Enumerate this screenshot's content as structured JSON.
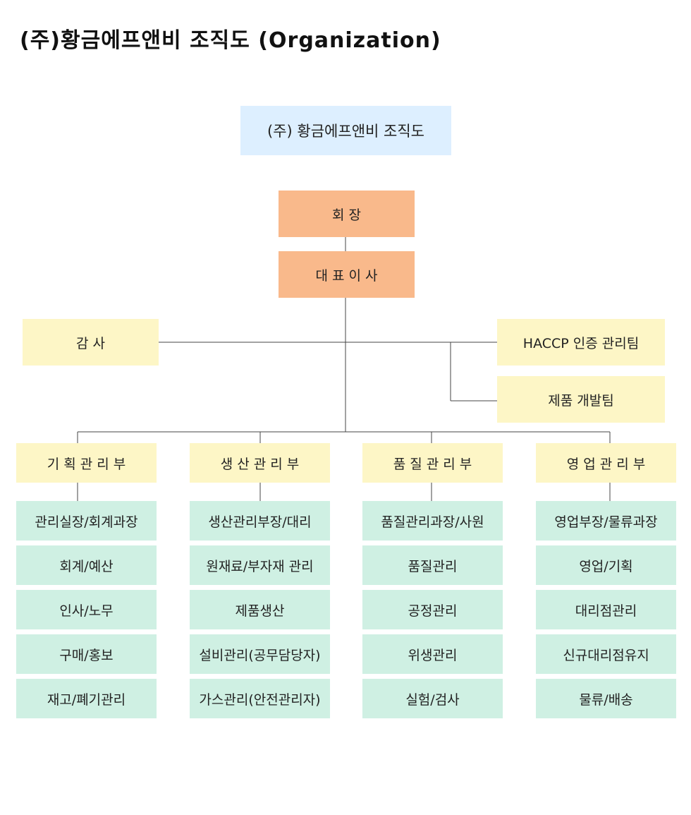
{
  "heading": "(주)황금에프앤비 조직도 (Organization)",
  "chart_title": "(주) 황금에프앤비 조직도",
  "chairman": "회 장",
  "ceo": "대 표 이 사",
  "auditor": "감 사",
  "haccp_team": "HACCP 인증 관리팀",
  "product_dev_team": "제품 개발팀",
  "departments": [
    {
      "name": "기 획 관 리 부",
      "tasks": [
        "관리실장/회계과장",
        "회계/예산",
        "인사/노무",
        "구매/홍보",
        "재고/폐기관리"
      ]
    },
    {
      "name": "생 산 관 리 부",
      "tasks": [
        "생산관리부장/대리",
        "원재료/부자재 관리",
        "제품생산",
        "설비관리(공무담당자)",
        "가스관리(안전관리자)"
      ]
    },
    {
      "name": "품 질 관 리 부",
      "tasks": [
        "품질관리과장/사원",
        "품질관리",
        "공정관리",
        "위생관리",
        "실험/검사"
      ]
    },
    {
      "name": "영 업 관 리 부",
      "tasks": [
        "영업부장/물류과장",
        "영업/기획",
        "대리점관리",
        "신규대리점유지",
        "물류/배송"
      ]
    }
  ],
  "colors": {
    "title_box": "#ddefff",
    "executive_box": "#f9b98b",
    "department_box": "#fdf6c6",
    "task_box": "#cff0e3",
    "connector_line": "#444444"
  }
}
